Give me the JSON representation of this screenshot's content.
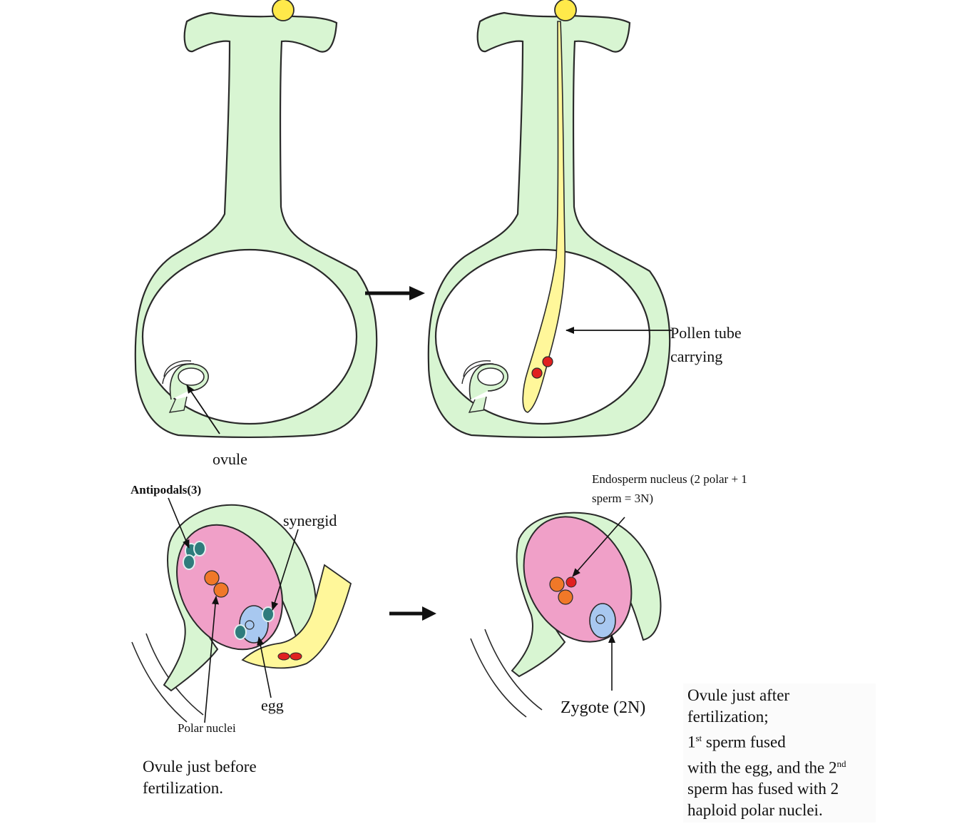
{
  "labels": {
    "pollen_tube_line1": "Pollen tube",
    "pollen_tube_line2": "carrying",
    "ovule": "ovule",
    "antipodals": "Antipodals(3)",
    "synergid": "synergid",
    "egg": "egg",
    "polar_nuclei": "Polar nuclei",
    "endosperm_line1": "Endosperm nucleus (2 polar + 1",
    "endosperm_line2": "sperm = 3N)",
    "zygote": "Zygote (2N)"
  },
  "captions": {
    "before_line1": "Ovule just before",
    "before_line2": "fertilization.",
    "after_line1": "Ovule just after",
    "after_line2": "fertilization;",
    "after_line3_num": "1",
    "after_line3_sup": "st",
    "after_line3_rest": " sperm fused",
    "after_line4_pre": "with the egg, and the 2",
    "after_line4_sup": "nd",
    "after_line5": "sperm has fused with 2",
    "after_line6": "haploid polar nuclei."
  },
  "colors": {
    "pistil": "#d8f5d2",
    "outline": "#2a2a2a",
    "pollen": "#fff79a",
    "stigma_pollen": "#ffe94a",
    "embryo_sac": "#f0a0c8",
    "egg": "#a8c8f0",
    "polar_nucleus": "#f07828",
    "sperm": "#e02020",
    "antipodal": "#2e7c7c"
  }
}
